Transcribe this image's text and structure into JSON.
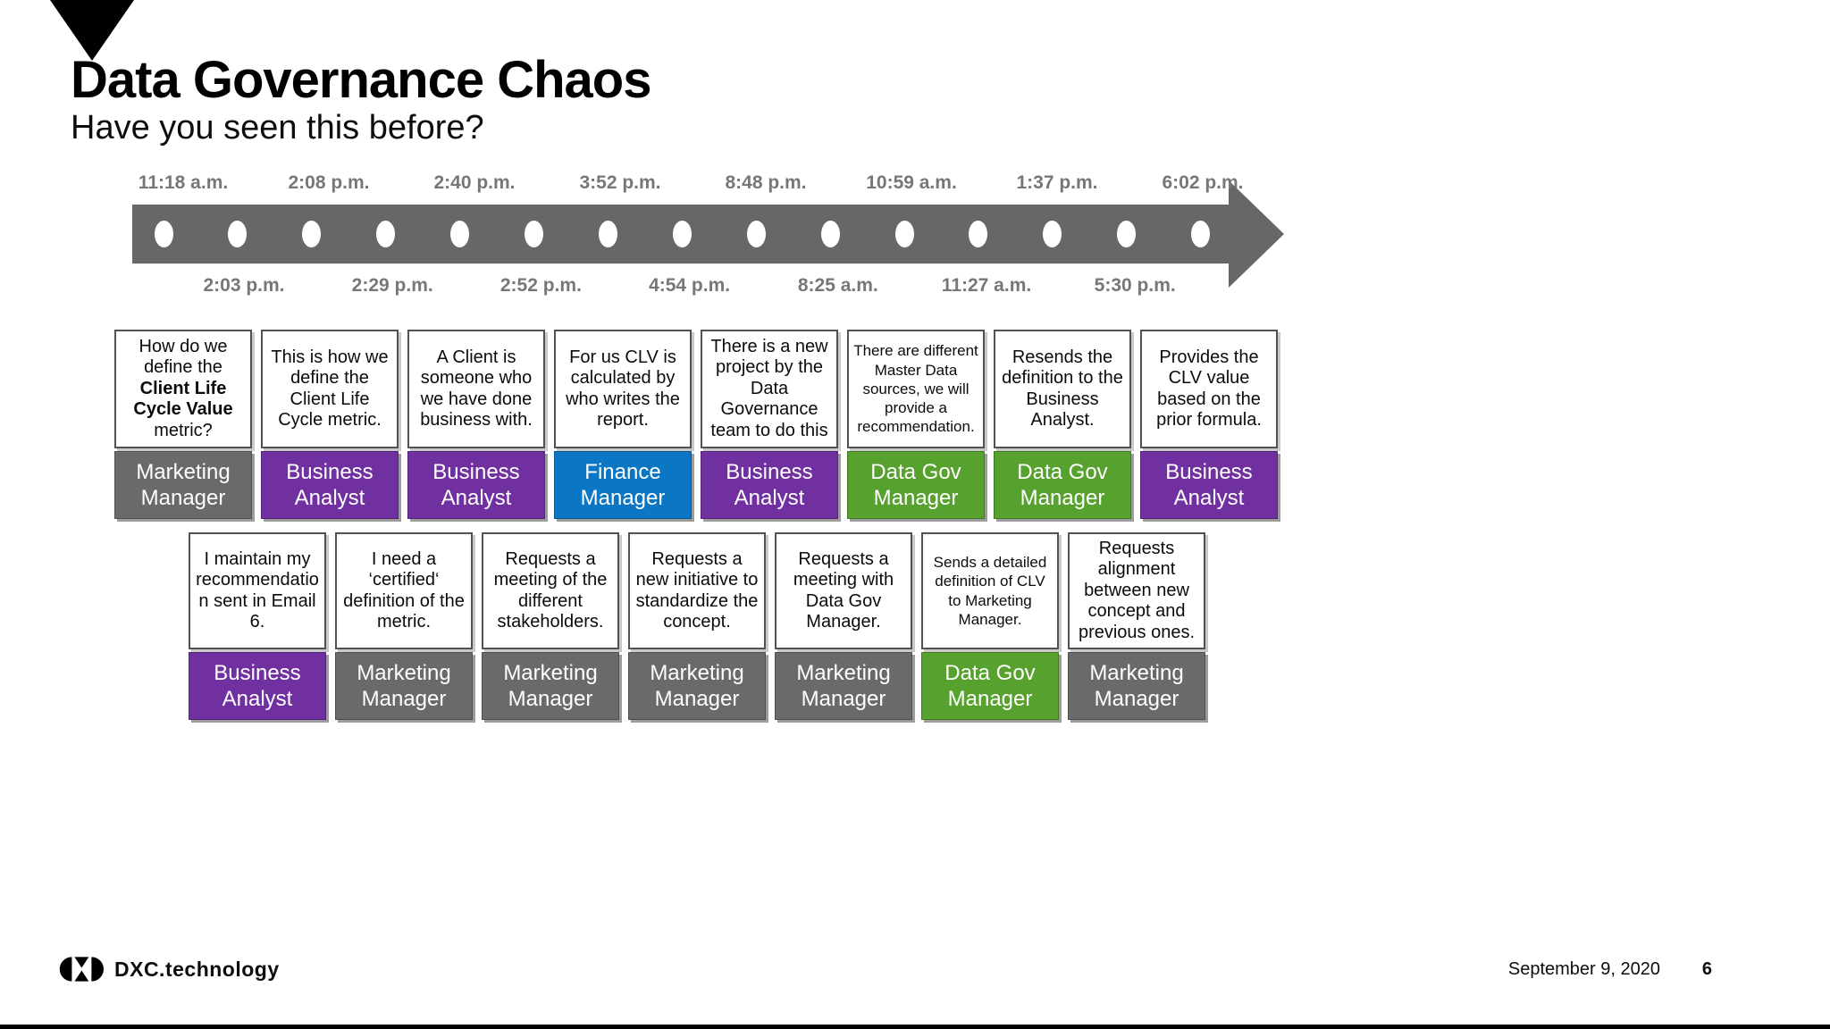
{
  "slide": {
    "title": "Data Governance Chaos",
    "subtitle": "Have you seen this before?"
  },
  "timeline": {
    "top_times": [
      "11:18 a.m.",
      "2:08 p.m.",
      "2:40 p.m.",
      "3:52 p.m.",
      "8:48 p.m.",
      "10:59 a.m.",
      "1:37 p.m.",
      "6:02 p.m."
    ],
    "bottom_times": [
      "2:03 p.m.",
      "2:29 p.m.",
      "2:52 p.m.",
      "4:54 p.m.",
      "8:25 a.m.",
      "11:27 a.m.",
      "5:30 p.m."
    ],
    "dot_count": 15,
    "arrow_color": "#676767",
    "time_label_color": "#777777"
  },
  "role_colors": {
    "gray": "#6a6a6a",
    "purple": "#7030a0",
    "blue": "#0b76c4",
    "green": "#57a12e"
  },
  "cards": {
    "row1": [
      {
        "segments": [
          {
            "text": "How do we define the ",
            "bold": false
          },
          {
            "text": "Client Life Cycle Value",
            "bold": true
          },
          {
            "text": " metric?",
            "bold": false
          }
        ],
        "role": "Marketing Manager",
        "color": "gray",
        "small": false
      },
      {
        "segments": [
          {
            "text": "This is how we define the Client Life Cycle metric.",
            "bold": false
          }
        ],
        "role": "Business Analyst",
        "color": "purple",
        "small": false
      },
      {
        "segments": [
          {
            "text": "A Client is someone who we have done business with.",
            "bold": false
          }
        ],
        "role": "Business Analyst",
        "color": "purple",
        "small": false
      },
      {
        "segments": [
          {
            "text": "For us CLV is calculated by who writes the report.",
            "bold": false
          }
        ],
        "role": "Finance Manager",
        "color": "blue",
        "small": false
      },
      {
        "segments": [
          {
            "text": "There is a new project by the Data Governance team to do this",
            "bold": false
          }
        ],
        "role": "Business Analyst",
        "color": "purple",
        "small": false
      },
      {
        "segments": [
          {
            "text": "There are different Master Data sources, we will provide a recommendation.",
            "bold": false
          }
        ],
        "role": "Data Gov Manager",
        "color": "green",
        "small": true
      },
      {
        "segments": [
          {
            "text": "Resends the definition to the Business Analyst.",
            "bold": false
          }
        ],
        "role": "Data Gov Manager",
        "color": "green",
        "small": false
      },
      {
        "segments": [
          {
            "text": "Provides the CLV value based on the prior formula.",
            "bold": false
          }
        ],
        "role": "Business Analyst",
        "color": "purple",
        "small": false
      }
    ],
    "row2": [
      {
        "segments": [
          {
            "text": "I maintain my recommendation sent in Email 6.",
            "bold": false
          }
        ],
        "role": "Business Analyst",
        "color": "purple",
        "small": false
      },
      {
        "segments": [
          {
            "text": "I need a ‘certified‘ definition of the metric.",
            "bold": false
          }
        ],
        "role": "Marketing Manager",
        "color": "gray",
        "small": false
      },
      {
        "segments": [
          {
            "text": "Requests a meeting of the different stakeholders.",
            "bold": false
          }
        ],
        "role": "Marketing Manager",
        "color": "gray",
        "small": false
      },
      {
        "segments": [
          {
            "text": "Requests a new initiative to standardize the concept.",
            "bold": false
          }
        ],
        "role": "Marketing Manager",
        "color": "gray",
        "small": false
      },
      {
        "segments": [
          {
            "text": "Requests a meeting with Data Gov Manager.",
            "bold": false
          }
        ],
        "role": "Marketing Manager",
        "color": "gray",
        "small": false
      },
      {
        "segments": [
          {
            "text": "Sends a detailed definition of CLV to Marketing Manager.",
            "bold": false
          }
        ],
        "role": "Data Gov Manager",
        "color": "green",
        "small": true
      },
      {
        "segments": [
          {
            "text": "Requests alignment between new concept and previous ones.",
            "bold": false
          }
        ],
        "role": "Marketing Manager",
        "color": "gray",
        "small": false
      }
    ]
  },
  "footer": {
    "logo_text": "DXC.technology",
    "date": "September 9, 2020",
    "page": "6"
  }
}
